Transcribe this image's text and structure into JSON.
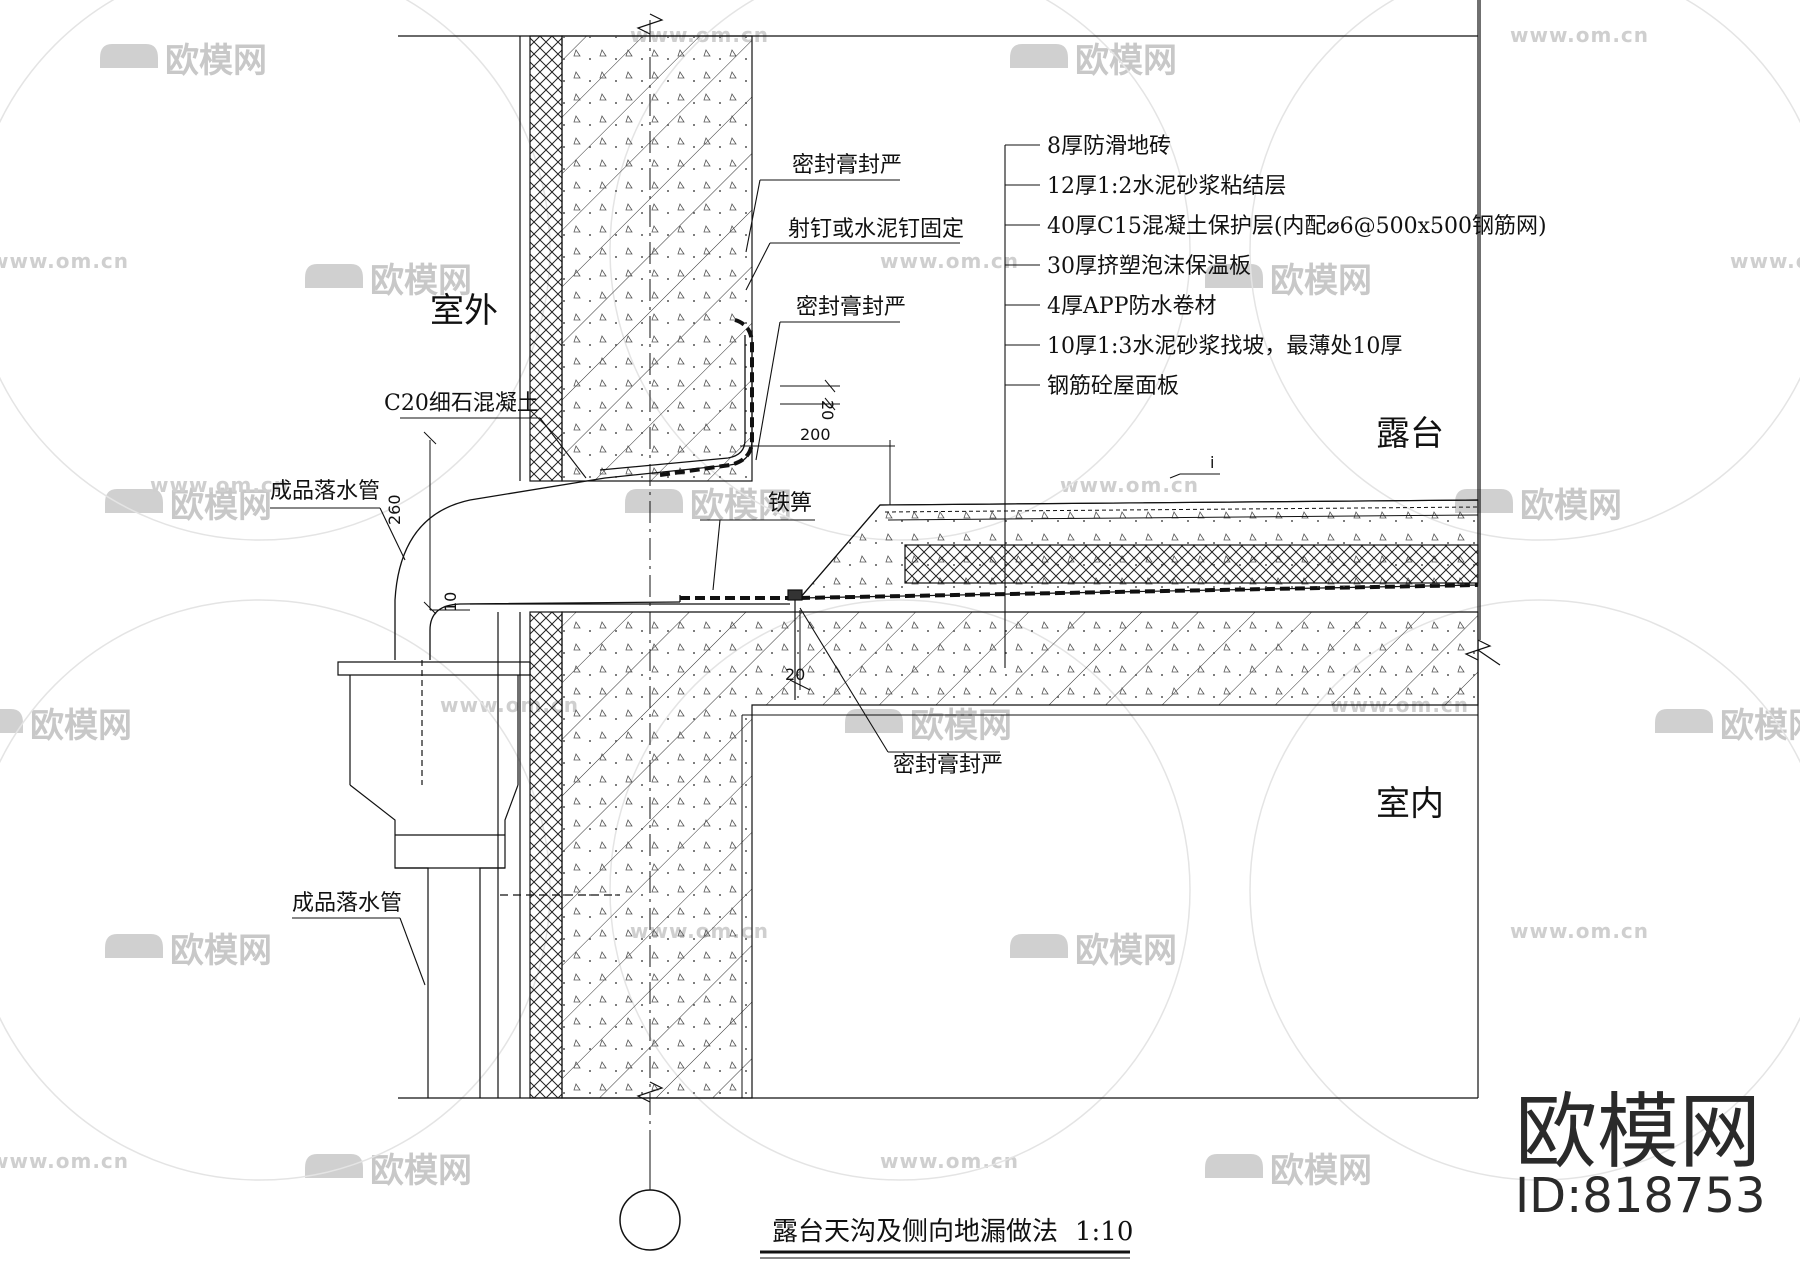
{
  "drawing_title": "露台天沟及侧向地漏做法",
  "scale": "1:10",
  "zones": {
    "outside": "室外",
    "terrace": "露台",
    "inside": "室内"
  },
  "layer_callouts": [
    "8厚防滑地砖",
    "12厚1:2水泥砂浆粘结层",
    "40厚C15混凝土保护层(内配⌀6@500x500钢筋网)",
    "30厚挤塑泡沫保温板",
    "4厚APP防水卷材",
    "10厚1:3水泥砂浆找坡，最薄处10厚",
    "钢筋砼屋面板"
  ],
  "callouts": {
    "sealant_top": "密封膏封严",
    "nail_fix": "射钉或水泥钉固定",
    "sealant_mid": "密封膏封严",
    "fine_concrete": "C20细石混凝土",
    "downpipe_upper": "成品落水管",
    "grate": "铁箅",
    "sealant_bottom": "密封膏封严",
    "downpipe_lower": "成品落水管"
  },
  "dimensions": {
    "d20_top": "20",
    "d200": "200",
    "d260": "260",
    "d10": "10",
    "d20_bottom": "20",
    "slope": "i"
  },
  "watermark": {
    "brand": "欧模网",
    "url": "www.om.cn"
  },
  "brand_stamp": {
    "name": "欧模网",
    "id": "ID:818753"
  },
  "colors": {
    "line": "#111111",
    "watermark": "#c8c8c8",
    "background": "#ffffff"
  }
}
